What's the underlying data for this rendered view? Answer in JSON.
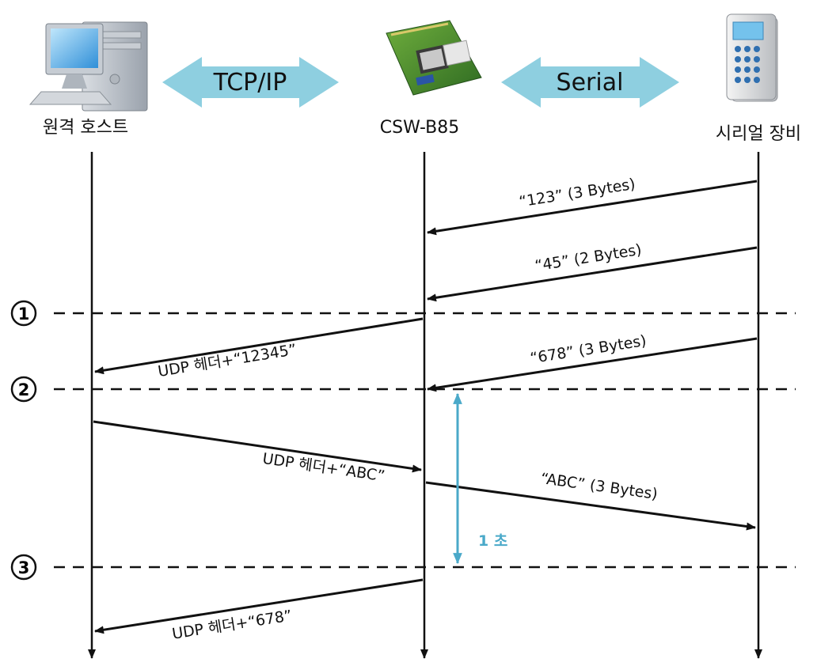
{
  "devices": {
    "remote_host": "원격 호스트",
    "module": "CSW-B85",
    "serial_device": "시리얼 장비"
  },
  "links": {
    "left": "TCP/IP",
    "right": "Serial"
  },
  "messages": {
    "m1": "“123”  (3 Bytes)",
    "m2": "“45”  (2 Bytes)",
    "m3": "“678”  (3 Bytes)",
    "m4": "UDP  헤더+“12345”",
    "m5": "UDP  헤더+“ABC”",
    "m6": "“ABC”  (3 Bytes)",
    "m7": "UDP  헤더+“678”"
  },
  "markers": [
    "①",
    "②",
    "③"
  ],
  "duration": "1 초",
  "colors": {
    "arrow_fill": "#8ecfe0",
    "duration": "#4aa9c9",
    "line": "#111111"
  }
}
